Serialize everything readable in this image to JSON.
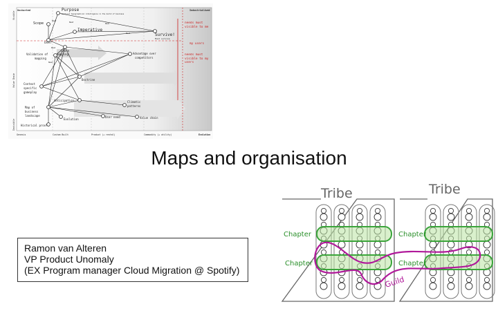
{
  "slide_title": "Maps and organisation",
  "presenter": {
    "name": "Ramon van Alteren",
    "role": "VP Product Unomaly",
    "previous": "(EX Program manager Cloud Migration @ Spotify)"
  },
  "wardley_map": {
    "corner_top_left": "Uncharted",
    "corner_top_right": "Industrialised",
    "y_axis_top": "Visible",
    "y_axis_mid": "Value Chain",
    "y_axis_bottom": "Invisible",
    "x_axis": [
      "Genesis",
      "Custom Built",
      "Product (+ rental)",
      "Commodity (+ utility)",
      "Evolution"
    ],
    "nodes": {
      "purpose": "Purpose",
      "purpose_sub": "Explicit topographical intelligence in the build of business",
      "scope": "Scope",
      "imperative": "Imperative",
      "survive": "Survive!",
      "survive_sub": "Must survive",
      "user": "User",
      "learn": "Learn",
      "learn_sub": "mapping",
      "validation": "Validation of",
      "validation_sub": "mapping",
      "advantage": "Advantage over",
      "advantage_sub": "competitors",
      "doctrine": "Doctrine",
      "context": "Context",
      "context_sub1": "specific",
      "context_sub2": "gameplay",
      "anticipation": "Anticipation",
      "climatic": "Climatic",
      "climatic_sub": "patterns",
      "map_bl": "Map of",
      "map_bl_sub1": "business",
      "map_bl_sub2": "landscape",
      "evolution": "Evolution",
      "user_need": "User need",
      "value_chain": "Value chain",
      "historical": "Historical proof"
    },
    "edge_labels": [
      "Need",
      "Need",
      "Need",
      "Need",
      "Need",
      "Need"
    ],
    "annotations": {
      "must_visible": "needs must visible to me",
      "my_users": "my users",
      "must_visible_users": "needs must visible to my users"
    }
  },
  "squad_diagram": {
    "tribe_left": "Tribe",
    "tribe_right": "Tribe",
    "chapter_left_top": "Chapter",
    "chapter_left_bottom": "Chapter",
    "chapter_right_top": "Chapter",
    "chapter_right_bottom": "Chapter",
    "guild": "Guild",
    "colors": {
      "chapter": "#3aa43a",
      "guild": "#b0199a"
    }
  },
  "colors": {
    "annotation_red": "#cc1f1f",
    "map_bg": "#f2f2f2"
  }
}
